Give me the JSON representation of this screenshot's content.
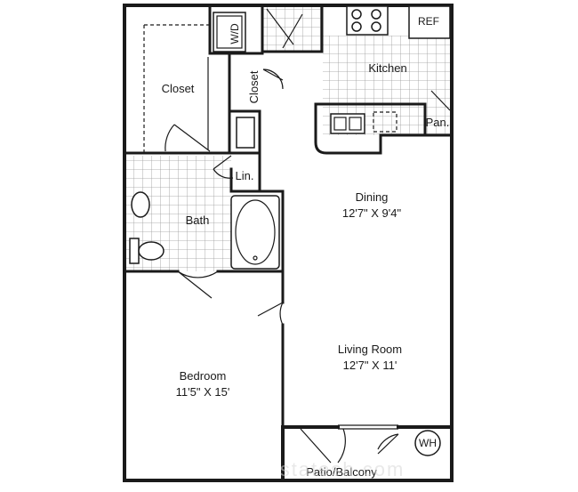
{
  "rooms": {
    "closet_main": "Closet",
    "washer_dryer": "W/D",
    "closet_small": "Closet",
    "kitchen": "Kitchen",
    "refrigerator": "REF",
    "pantry": "Pan.",
    "linen": "Lin.",
    "bath": "Bath",
    "dining": "Dining",
    "dining_dims": "12'7\" X 9'4\"",
    "living": "Living Room",
    "living_dims": "12'7\" X 11'",
    "bedroom": "Bedroom",
    "bedroom_dims": "11'5\" X 15'",
    "patio": "Patio/Balcony",
    "water_heater": "WH"
  },
  "watermark": "statesh.com",
  "colors": {
    "wall": "#1a1a1a",
    "tile": "#9a9a9a",
    "background": "#ffffff"
  }
}
